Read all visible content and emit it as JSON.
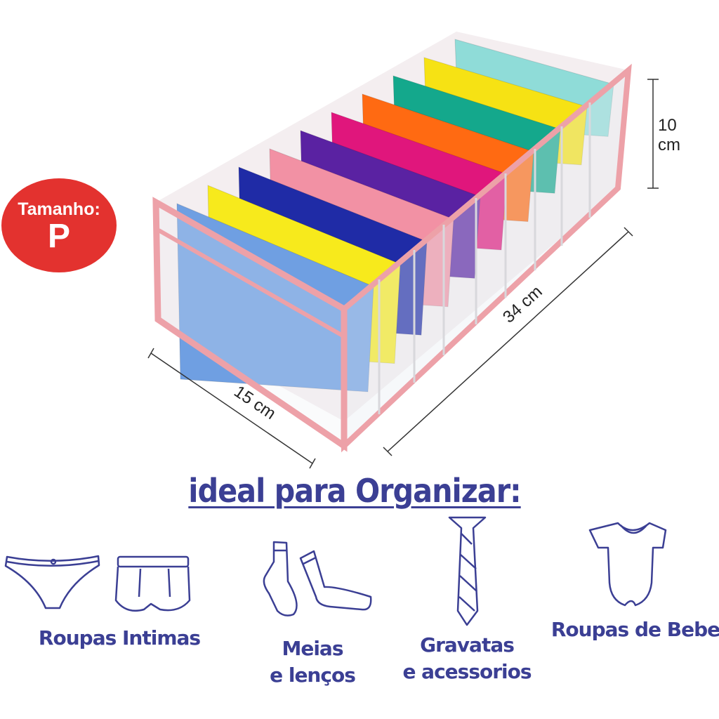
{
  "badge": {
    "label": "Tamanho:",
    "size": "P",
    "color": "#e3322f"
  },
  "dimensions": {
    "height_value": "10",
    "height_unit": "cm",
    "length": "34 cm",
    "width": "15 cm"
  },
  "heading": "ideal para Organizar:",
  "categories": [
    {
      "label": "Roupas Intimas",
      "icons": [
        "panties-icon",
        "boxer-briefs-icon"
      ]
    },
    {
      "label_line1": "Meias",
      "label_line2": "e lenços",
      "icons": [
        "socks-icon"
      ]
    },
    {
      "label_line1": "Gravatas",
      "label_line2": "e acessorios",
      "icons": [
        "necktie-icon"
      ]
    },
    {
      "label": "Roupas de Bebe",
      "icons": [
        "baby-bodysuit-icon"
      ]
    }
  ],
  "colors": {
    "accent": "#3b3f94",
    "organizer_trim": "#eda1a8",
    "shirts": [
      "#6f9fe2",
      "#f7ea1c",
      "#1f2ba6",
      "#f291a4",
      "#5a22a2",
      "#e0167c",
      "#ff6a12",
      "#14a88c",
      "#f6e214",
      "#8fdcd8"
    ]
  }
}
